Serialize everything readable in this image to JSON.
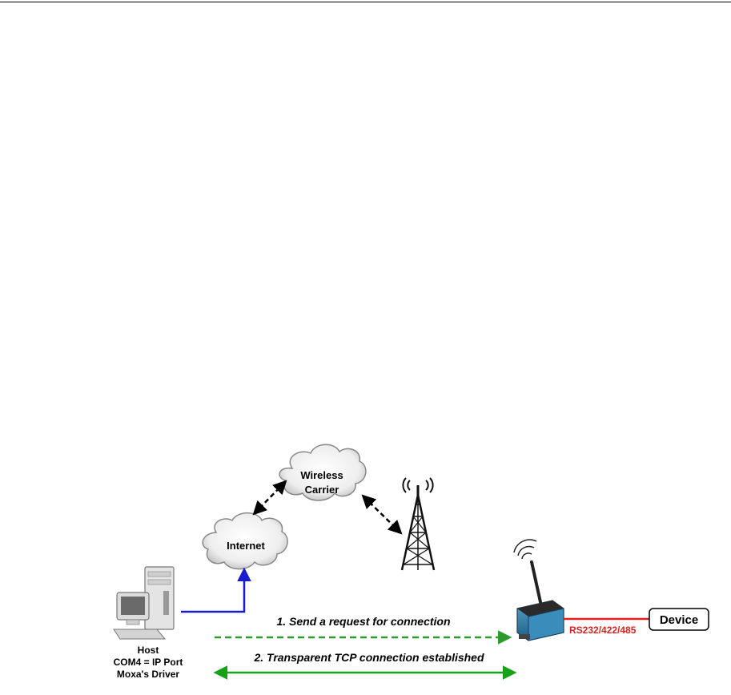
{
  "diagram": {
    "clouds": {
      "wireless_carrier_line1": "Wireless",
      "wireless_carrier_line2": "Carrier",
      "internet": "Internet"
    },
    "host": {
      "line1": "Host",
      "line2": "COM4 = IP Port",
      "line3": "Moxa's Driver"
    },
    "serial_label": "RS232/422/485",
    "device_label": "Device",
    "steps": {
      "step1": "1. Send a request for connection",
      "step2": "2. Transparent TCP connection established"
    },
    "colors": {
      "step1_line": "#2e9a2e",
      "step2_line": "#16a116",
      "host_link": "#1a1ad0",
      "serial_link": "#e02020",
      "serial_text": "#e02020"
    }
  }
}
